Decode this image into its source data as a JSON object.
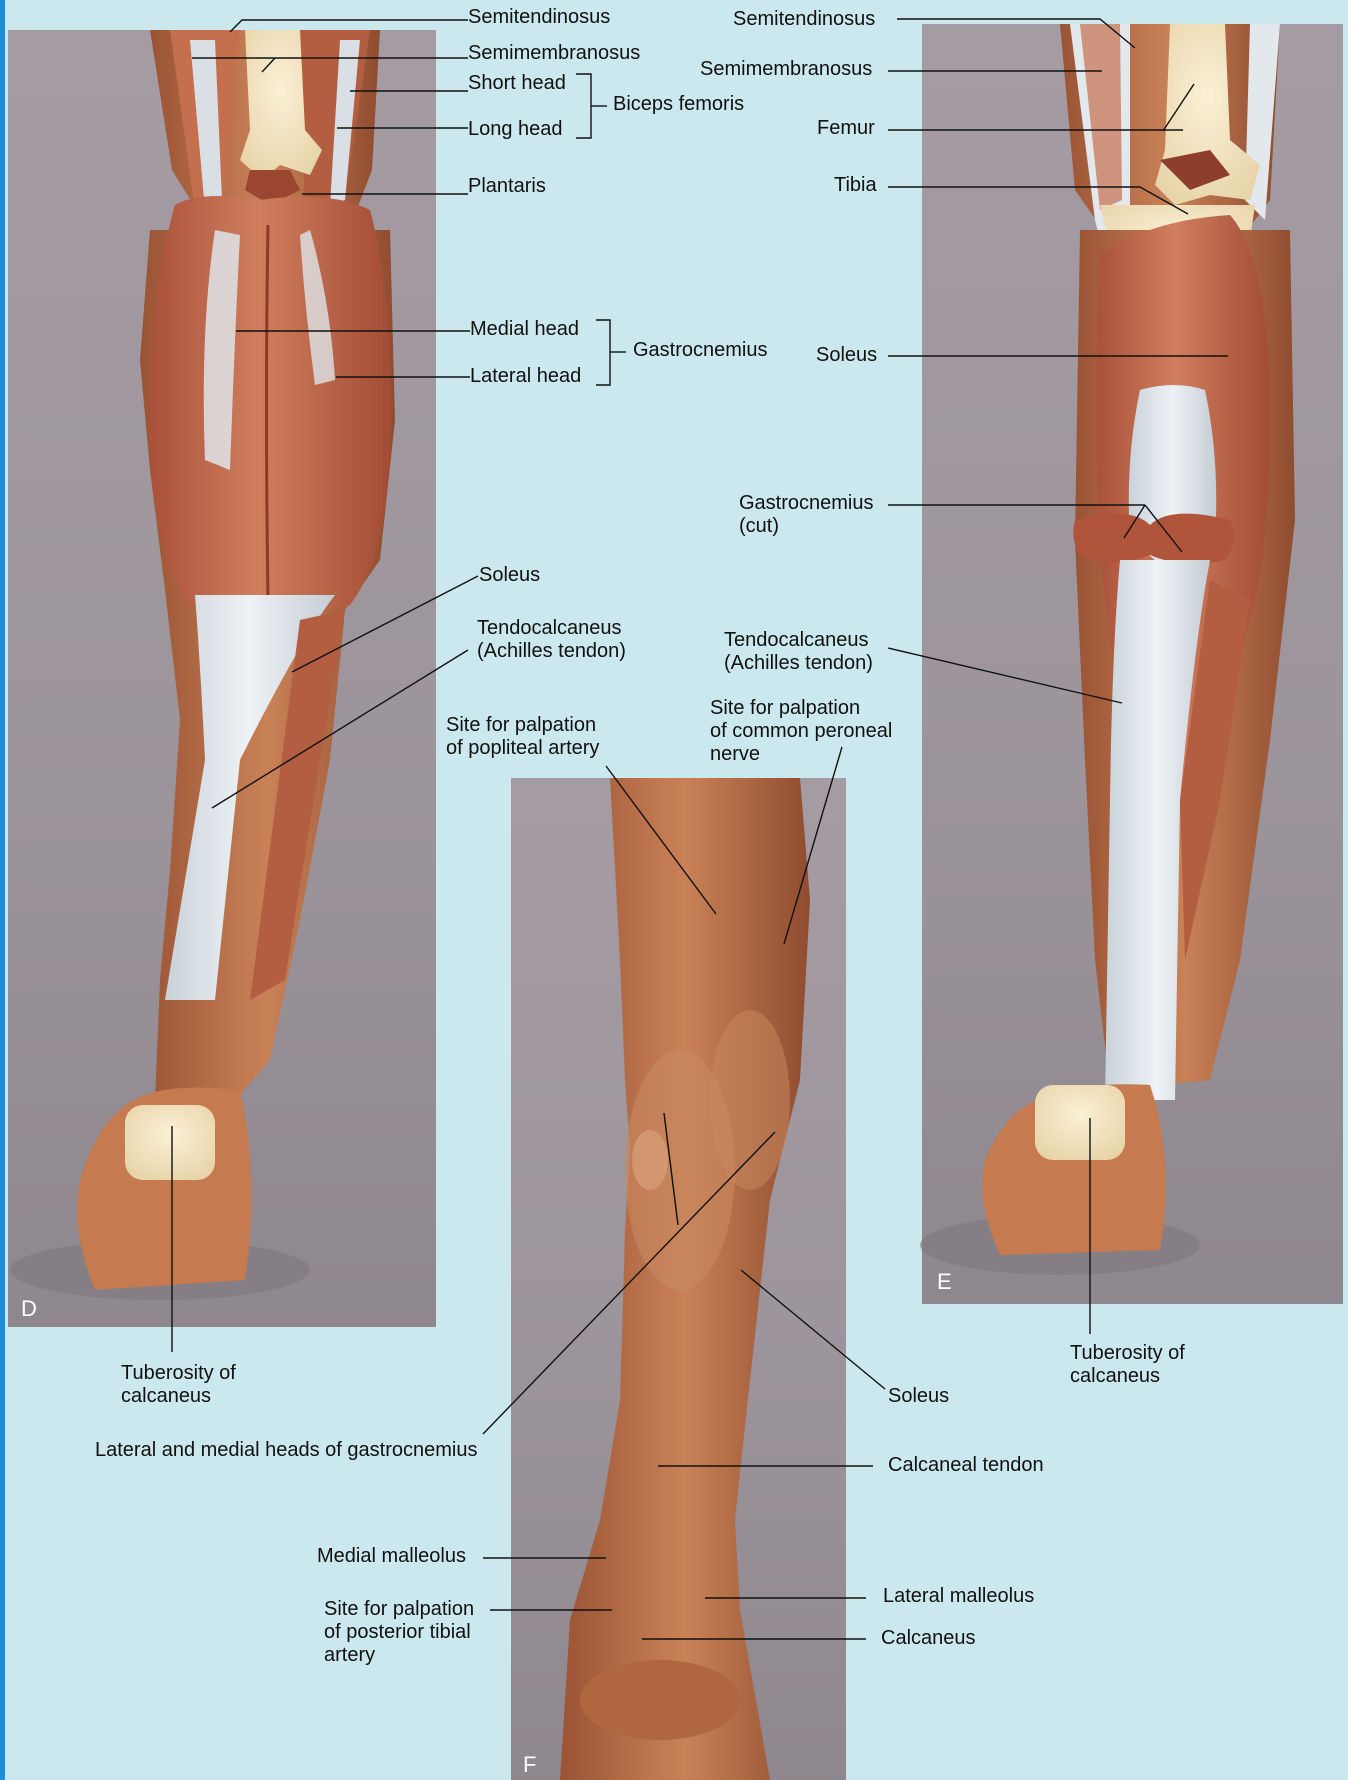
{
  "colors": {
    "background": "#cbe8ee",
    "edge_stripe": "#1a8fd6",
    "photo_backdrop": "#a39ba2",
    "muscle": "#c4704f",
    "tendon": "#dde4ea",
    "bone": "#f3e3bf",
    "skin": "#c57a4f",
    "leader_line": "#111111"
  },
  "panels": {
    "d": {
      "letter": "D",
      "icon": "posterior-leg-superficial-muscles-illustration"
    },
    "e": {
      "letter": "E",
      "icon": "posterior-leg-deep-soleus-illustration"
    },
    "f": {
      "letter": "F",
      "icon": "posterior-leg-surface-anatomy-photo"
    }
  },
  "labels": {
    "d": {
      "semitendinosus": "Semitendinosus",
      "semimembranosus": "Semimembranosus",
      "short_head": "Short head",
      "long_head": "Long head",
      "biceps_femoris": "Biceps femoris",
      "plantaris": "Plantaris",
      "medial_head": "Medial head",
      "lateral_head": "Lateral head",
      "gastrocnemius": "Gastrocnemius",
      "soleus": "Soleus",
      "tendocalcaneus": "Tendocalcaneus\n(Achilles tendon)",
      "tuberosity": "Tuberosity of\ncalcaneus"
    },
    "e": {
      "semitendinosus": "Semitendinosus",
      "semimembranosus": "Semimembranosus",
      "femur": "Femur",
      "tibia": "Tibia",
      "soleus": "Soleus",
      "gastrocnemius_cut": "Gastrocnemius\n(cut)",
      "tendocalcaneus": "Tendocalcaneus\n(Achilles tendon)",
      "tuberosity": "Tuberosity of\ncalcaneus"
    },
    "f": {
      "popliteal": "Site for palpation\nof popliteal artery",
      "peroneal": "Site for palpation\nof common peroneal\nnerve",
      "soleus": "Soleus",
      "gastroc_heads": "Lateral and medial heads of gastrocnemius",
      "calcaneal_tendon": "Calcaneal tendon",
      "medial_malleolus": "Medial malleolus",
      "lateral_malleolus": "Lateral malleolus",
      "posterior_tibial": "Site for palpation\nof posterior tibial\nartery",
      "calcaneus": "Calcaneus"
    }
  }
}
